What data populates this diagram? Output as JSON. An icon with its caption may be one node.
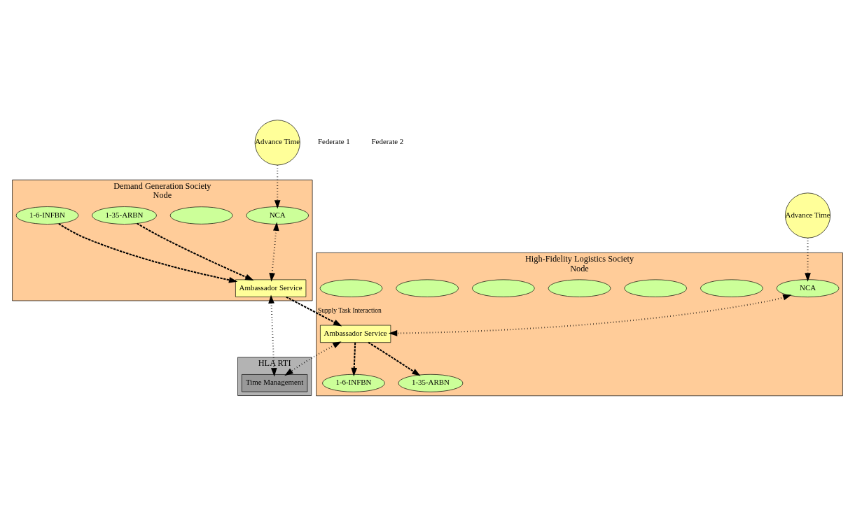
{
  "diagram": {
    "nodes": [
      {
        "text": [
          "High-Fidelity Logistics Society",
          "Node"
        ]
      },
      {
        "text": [
          "Advance Time"
        ]
      },
      {
        "text": [
          "NCA"
        ],
        "in": 0
      },
      {
        "text": [],
        "shape": "ellipse",
        "in": 0
      },
      {
        "text": [],
        "shape": "ellipse",
        "in": 0
      },
      {
        "text": [],
        "shape": "ellipse",
        "in": 0
      },
      {
        "text": [
          "1-6-INFBN"
        ],
        "in": 0
      },
      {
        "text": [],
        "shape": "ellipse",
        "in": 0
      },
      {
        "text": [],
        "shape": "ellipse",
        "in": 0
      },
      {
        "text": [],
        "shape": "ellipse",
        "in": 0
      },
      {
        "text": [
          "1-35-ARBN"
        ],
        "in": 0
      },
      {
        "text": [
          "Ambassador Service"
        ],
        "in": 0
      },
      {
        "text": [
          "Demand Generation Society",
          "Node"
        ]
      },
      {
        "text": [
          "Advance Time"
        ]
      },
      {
        "text": [
          "NCA"
        ],
        "in": 12
      },
      {
        "text": [],
        "shape": "ellipse",
        "in": 12
      },
      {
        "text": [
          "1-35-ARBN"
        ],
        "in": 12
      },
      {
        "text": [
          "1-6-INFBN"
        ],
        "in": 12
      },
      {
        "text": [
          "Ambassador Service"
        ],
        "in": 12
      },
      {
        "text": [
          "HLA RTI"
        ]
      },
      {
        "text": [
          "Time Management"
        ],
        "in": 19
      }
    ],
    "edges": [
      {
        "from": 1,
        "to": 2,
        "arrow": "to"
      },
      {
        "from": 2,
        "to": 11,
        "arrow": "both"
      },
      {
        "from": 11,
        "to": 6,
        "arrow": "to",
        "style": "dashed"
      },
      {
        "from": 11,
        "to": 10,
        "arrow": "to",
        "style": "dashed"
      },
      {
        "from": 13,
        "to": 14,
        "arrow": "to"
      },
      {
        "from": 14,
        "to": 18,
        "arrow": "both"
      },
      {
        "from": 17,
        "to": 18,
        "arrow": "to",
        "style": "dashed"
      },
      {
        "from": 16,
        "to": 18,
        "arrow": "to",
        "style": "dashed"
      },
      {
        "from": 11,
        "to": 20,
        "arrow": "both"
      },
      {
        "from": 18,
        "to": 20,
        "arrow": "both"
      },
      {
        "from": 18,
        "to": 11,
        "arrow": "to",
        "style": "dashed",
        "label": "Supply Task Interaction"
      }
    ],
    "labels": [
      "Federate 1",
      "Federate 2"
    ]
  }
}
